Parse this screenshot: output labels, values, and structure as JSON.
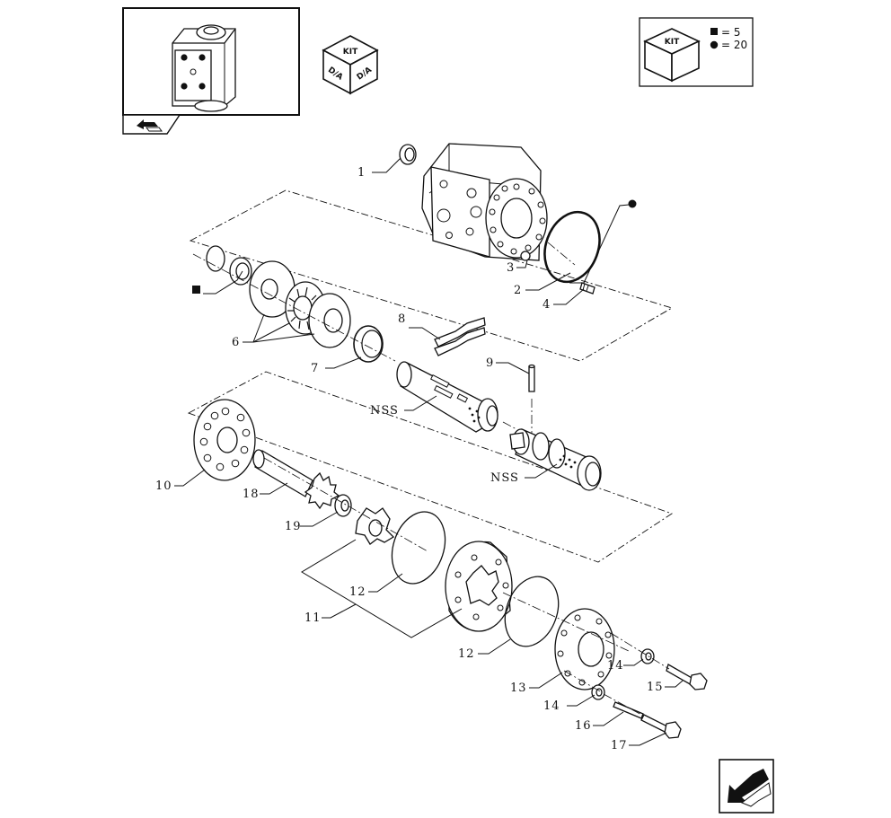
{
  "kit_badge": {
    "label": "KIT",
    "faces": [
      "D/A",
      "D/A"
    ]
  },
  "kit_legend": {
    "label": "KIT",
    "rows": [
      {
        "symbol": "square",
        "text": "= 5"
      },
      {
        "symbol": "circle",
        "text": "= 20"
      }
    ]
  },
  "callouts": {
    "p1": "1",
    "p2": "2",
    "p3": "3",
    "p4": "4",
    "p6": "6",
    "p7": "7",
    "p8": "8",
    "p9": "9",
    "nss_a": "NSS",
    "nss_b": "NSS",
    "p10": "10",
    "p18": "18",
    "p19": "19",
    "p12a": "12",
    "p11": "11",
    "p12b": "12",
    "p13": "13",
    "p14a": "14",
    "p14b": "14",
    "p15": "15",
    "p16": "16",
    "p17": "17"
  },
  "icons": {
    "thumbnail": "steering-unit-thumbnail",
    "back_arrow": "return-arrow-icon",
    "next_arrow": "next-page-arrow-icon"
  }
}
